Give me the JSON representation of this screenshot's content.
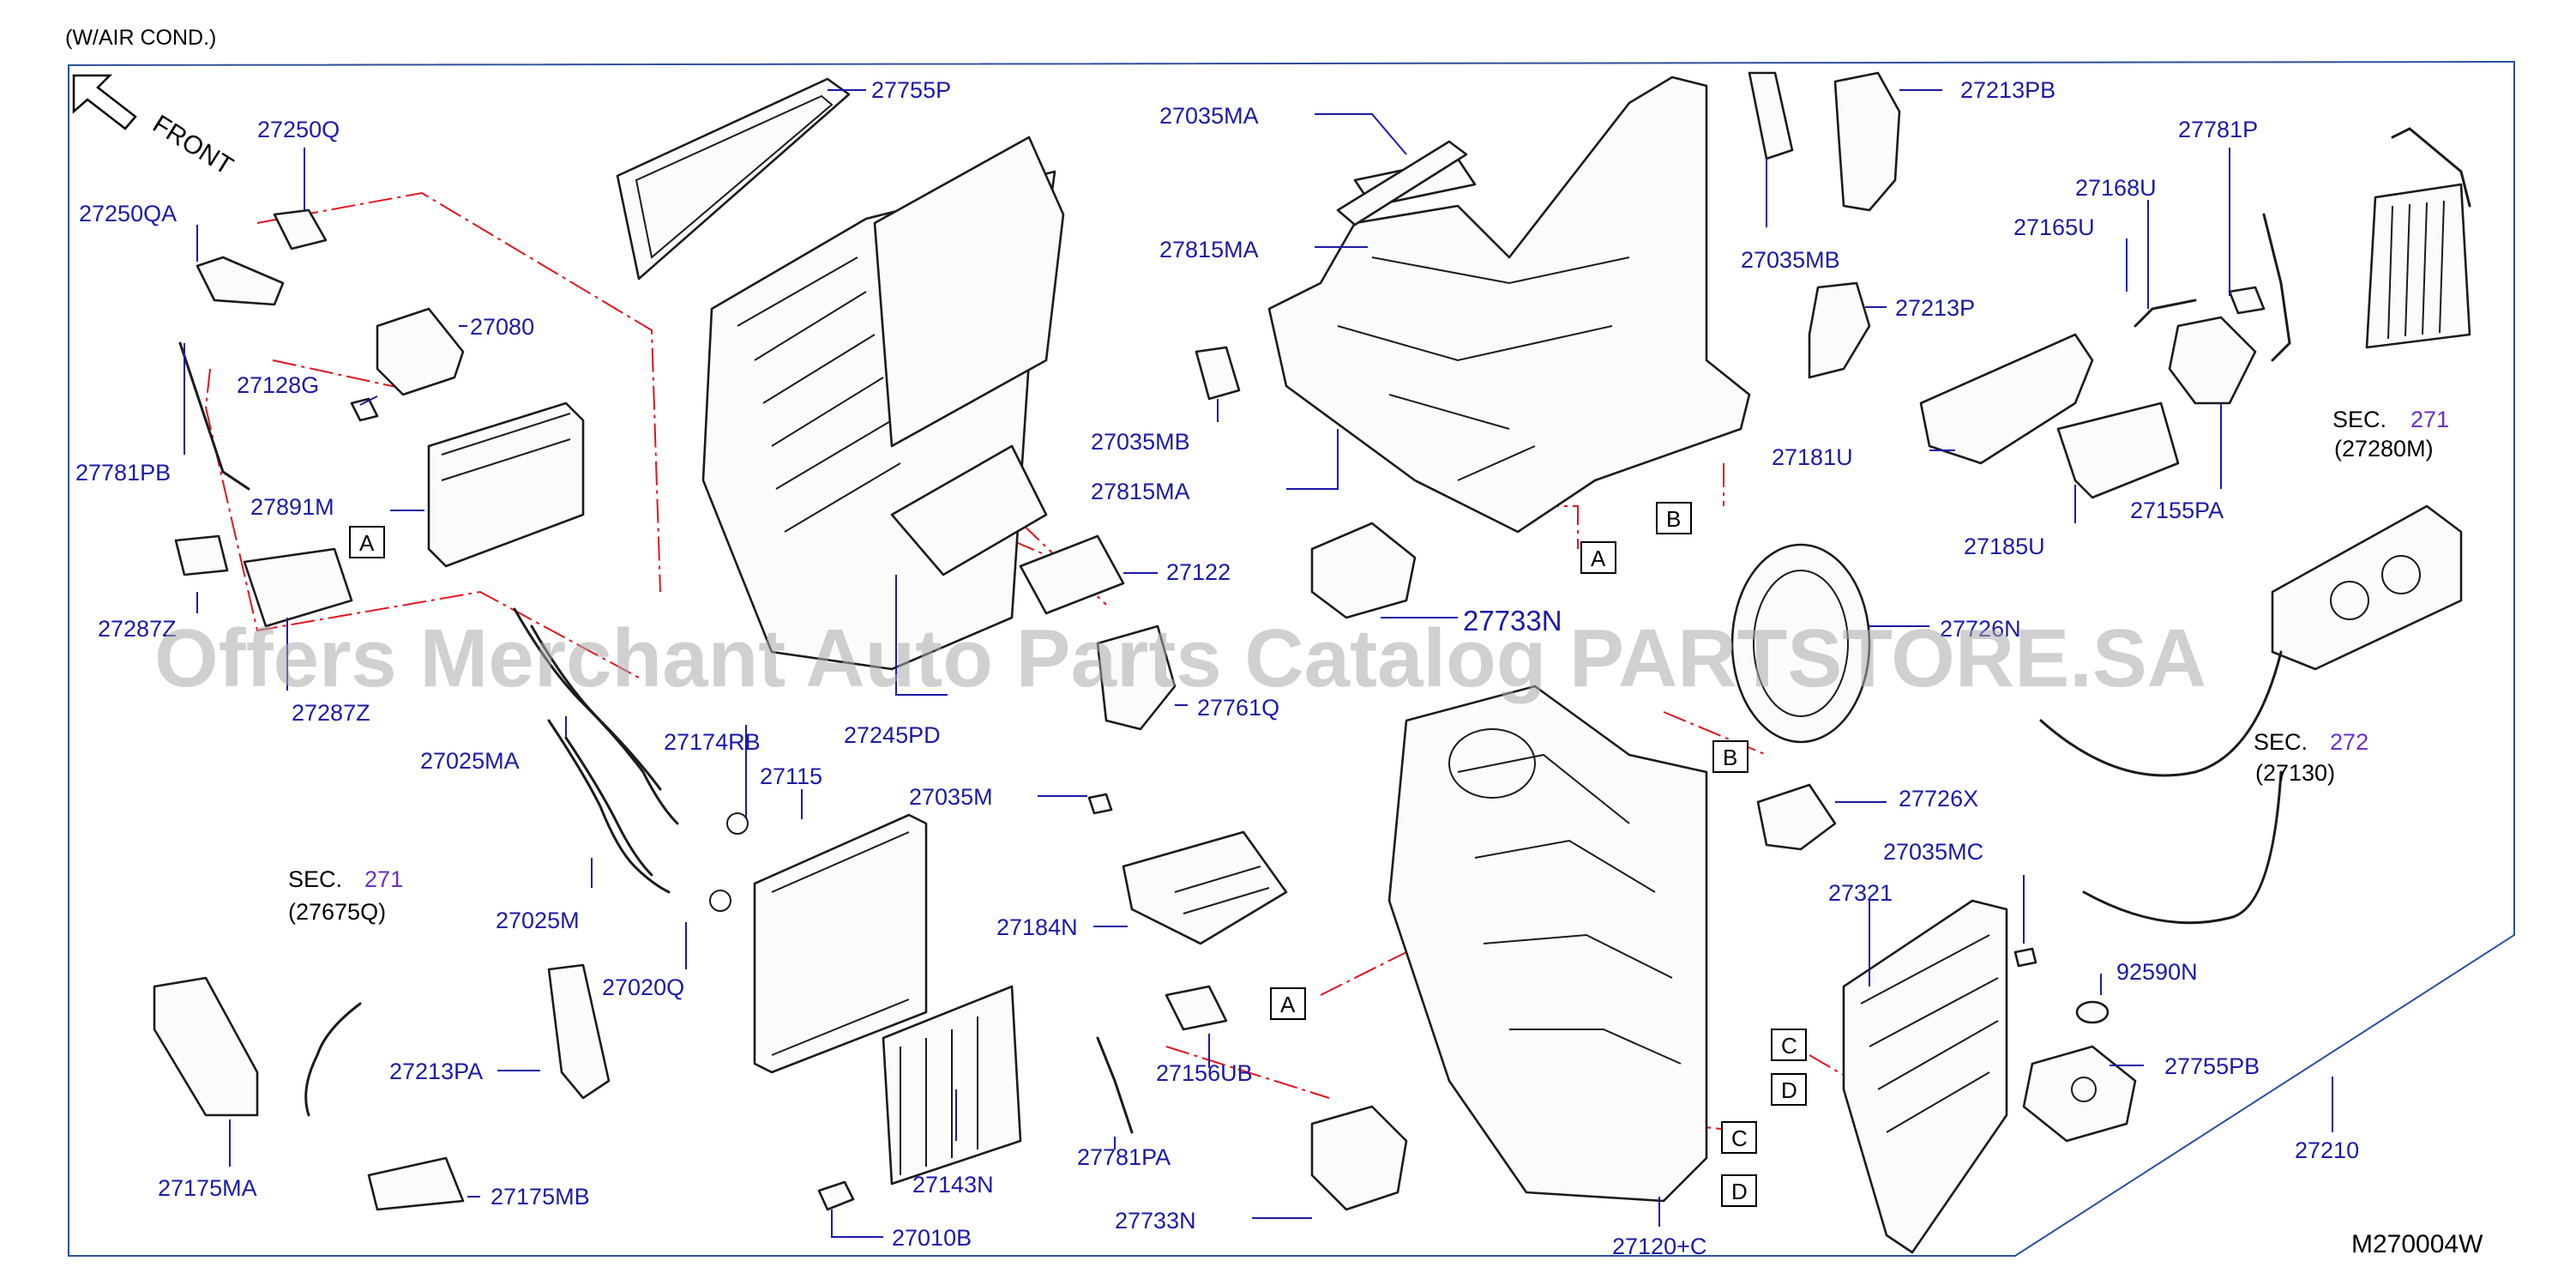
{
  "header": {
    "note": "(W/AIR   COND.)",
    "front": "FRONT",
    "diagram_code": "M270004W"
  },
  "watermark": "Offers Merchant Auto Parts Catalog PARTSTORE.SA",
  "parts": [
    "27755P",
    "27035MA",
    "27213PB",
    "27250Q",
    "27781P",
    "27250QA",
    "27815MA",
    "27035MB",
    "27168U",
    "27165U",
    "27080",
    "27213P",
    "27128G",
    "27035MB",
    "27181U",
    "27781PB",
    "27815MA",
    "27891M",
    "27185U",
    "27155PA",
    "27122",
    "27287Z",
    "27733N",
    "27287Z",
    "27245PD",
    "27726N",
    "27174RB",
    "27761Q",
    "27025MA",
    "27115",
    "27726X",
    "27035M",
    "27035MC",
    "27184N",
    "27321",
    "27025M",
    "92590N",
    "27020Q",
    "27213PA",
    "27755PB",
    "27156UB",
    "27781PA",
    "27143N",
    "27210",
    "27175MA",
    "27175MB",
    "27733N",
    "27010B",
    "27120+C"
  ],
  "section_refs": [
    {
      "prefix": "SEC.",
      "num": "271",
      "sub": "(27280M)"
    },
    {
      "prefix": "SEC.",
      "num": "272",
      "sub": "(27130)"
    },
    {
      "prefix": "SEC.",
      "num": "271",
      "sub": "(27675Q)"
    }
  ],
  "ref_boxes": [
    "A",
    "A",
    "B",
    "B",
    "A",
    "C",
    "D",
    "C",
    "D"
  ]
}
